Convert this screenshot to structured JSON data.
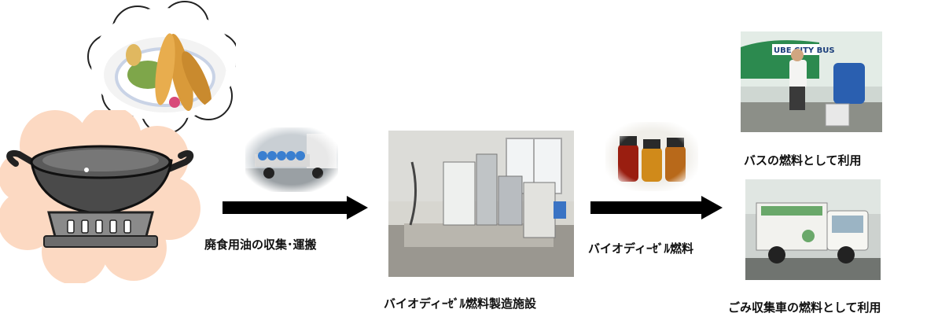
{
  "labels": {
    "collection": "廃食用油の収集･運搬",
    "facility": "バイオディｰｾﾞﾙ燃料製造施設",
    "biodiesel": "バイオディｰｾﾞﾙ燃料",
    "bus": "バスの燃料として利用",
    "garbage_truck": "ごみ収集車の燃料として利用"
  },
  "bus_sign": "UBE CITY BUS",
  "colors": {
    "cloud": "#fcd9c2",
    "arrow": "#000000",
    "pot": "#4a4a4a",
    "truck_green": "#6aa86a"
  },
  "icons": [
    "thought-cloud-icon",
    "cooking-pot-icon",
    "burner-icon",
    "arrow-icon"
  ]
}
